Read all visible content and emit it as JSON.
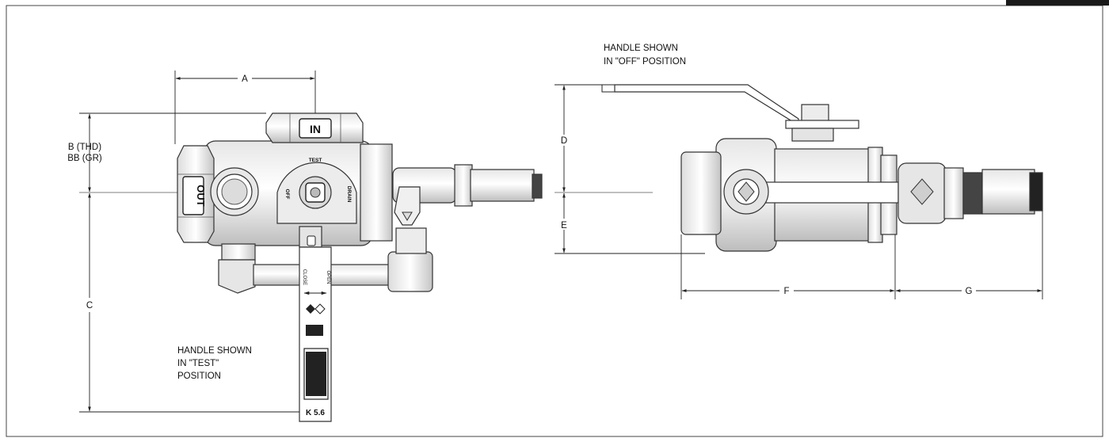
{
  "drawing": {
    "left_view": {
      "dim_a": "A",
      "dim_b_thd": "B (THD)",
      "dim_bb_gr": "BB (GR)",
      "dim_c": "C",
      "note_line1": "HANDLE SHOWN",
      "note_line2": "IN \"TEST\"",
      "note_line3": "POSITION",
      "body_marks": {
        "in": "IN",
        "out": "OUT",
        "test": "TEST",
        "off": "OFF",
        "drain": "DRAIN"
      },
      "handle_marks": {
        "close": "CLOSE",
        "open": "OPEN",
        "kfactor": "K 5.6"
      }
    },
    "right_view": {
      "note_line1": "HANDLE SHOWN",
      "note_line2": "IN \"OFF\" POSITION",
      "dim_d": "D",
      "dim_e": "E",
      "dim_f": "F",
      "dim_g": "G"
    },
    "colors": {
      "line": "#222222",
      "body_fill": "#f2f2f2",
      "shade": "#cfcfcf",
      "tab": "#1a1a1a"
    }
  }
}
